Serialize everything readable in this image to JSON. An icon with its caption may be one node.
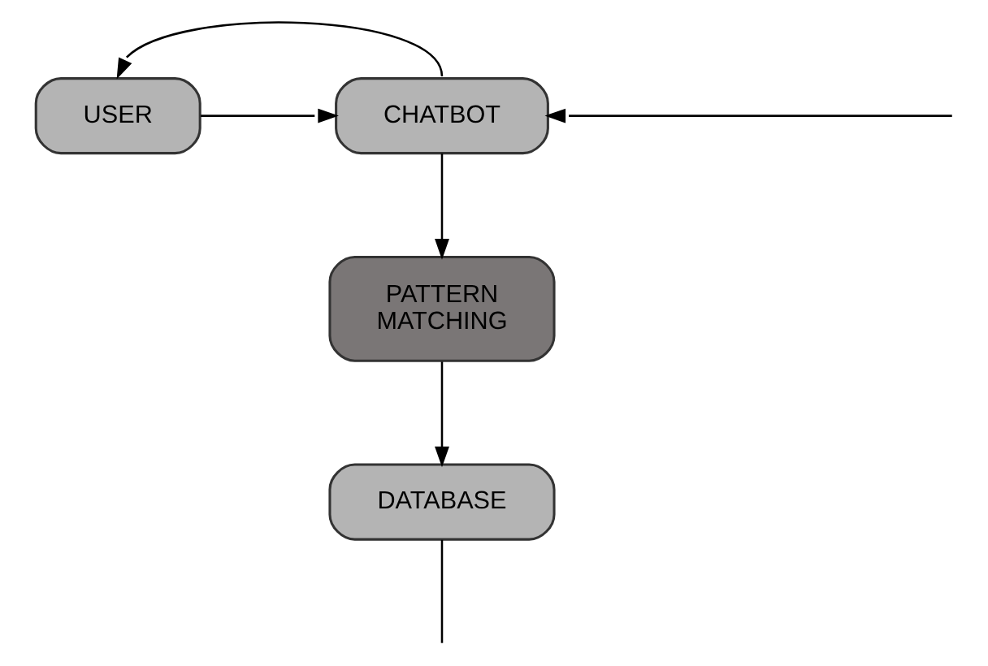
{
  "diagram": {
    "nodes": [
      {
        "text": [
          "USER"
        ]
      },
      {
        "text": [
          "CHATBOT"
        ]
      },
      {
        "text": [
          "PATTERN MATCHING"
        ]
      },
      {
        "text": [
          "DATABASE"
        ]
      }
    ],
    "edges": [
      {
        "from": 0,
        "to": 1,
        "arrow": "to"
      },
      {
        "from": 1,
        "to": 0,
        "arrow": "to"
      },
      {
        "from": null,
        "to": 1,
        "arrow": "to"
      },
      {
        "from": 1,
        "to": 2,
        "arrow": "to"
      },
      {
        "from": 2,
        "to": 3,
        "arrow": "to"
      },
      {
        "from": 3,
        "to": null,
        "arrow": "none"
      }
    ]
  }
}
